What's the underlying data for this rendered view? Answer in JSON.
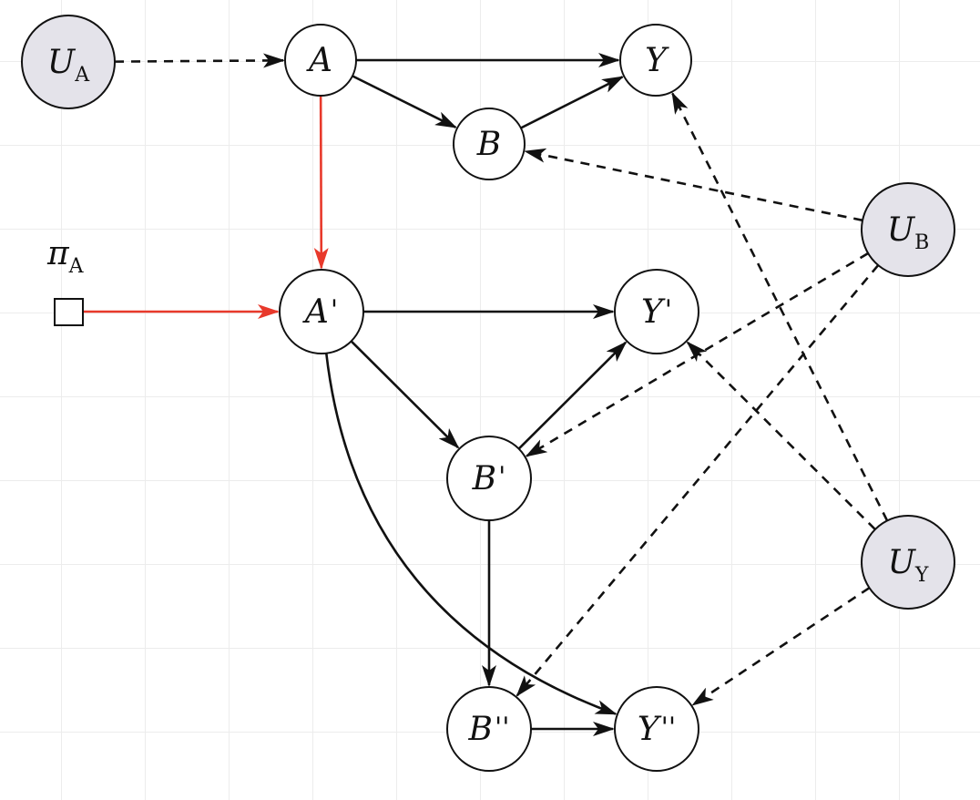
{
  "colors": {
    "exogenous_fill": "#e4e3ea",
    "endogenous_fill": "#ffffff",
    "intervention_edge": "#e8392b",
    "edge": "#111111"
  },
  "policy": {
    "symbol": "π",
    "sub": "A"
  },
  "nodes": [
    {
      "id": "UA",
      "main": "U",
      "sub": "A",
      "prime": "",
      "exogenous": true
    },
    {
      "id": "A",
      "main": "A",
      "sub": "",
      "prime": "",
      "exogenous": false
    },
    {
      "id": "Y",
      "main": "Y",
      "sub": "",
      "prime": "",
      "exogenous": false
    },
    {
      "id": "B",
      "main": "B",
      "sub": "",
      "prime": "",
      "exogenous": false
    },
    {
      "id": "UB",
      "main": "U",
      "sub": "B",
      "prime": "",
      "exogenous": true
    },
    {
      "id": "A1",
      "main": "A",
      "sub": "",
      "prime": "'",
      "exogenous": false
    },
    {
      "id": "Y1",
      "main": "Y",
      "sub": "",
      "prime": "'",
      "exogenous": false
    },
    {
      "id": "B1",
      "main": "B",
      "sub": "",
      "prime": "'",
      "exogenous": false
    },
    {
      "id": "UY",
      "main": "U",
      "sub": "Y",
      "prime": "",
      "exogenous": true
    },
    {
      "id": "B2",
      "main": "B",
      "sub": "",
      "prime": "''",
      "exogenous": false
    },
    {
      "id": "Y2",
      "main": "Y",
      "sub": "",
      "prime": "''",
      "exogenous": false
    }
  ],
  "edges": [
    {
      "from": "UA",
      "to": "A",
      "style": "dashed"
    },
    {
      "from": "A",
      "to": "Y",
      "style": "solid"
    },
    {
      "from": "A",
      "to": "B",
      "style": "solid"
    },
    {
      "from": "B",
      "to": "Y",
      "style": "solid"
    },
    {
      "from": "A",
      "to": "A1",
      "style": "red"
    },
    {
      "from": "PI",
      "to": "A1",
      "style": "red"
    },
    {
      "from": "UB",
      "to": "B",
      "style": "dashed"
    },
    {
      "from": "UY",
      "to": "Y",
      "style": "dashed"
    },
    {
      "from": "A1",
      "to": "Y1",
      "style": "solid"
    },
    {
      "from": "A1",
      "to": "B1",
      "style": "solid"
    },
    {
      "from": "B1",
      "to": "Y1",
      "style": "solid"
    },
    {
      "from": "A1",
      "to": "Y2",
      "style": "solid",
      "curved": true
    },
    {
      "from": "UB",
      "to": "B1",
      "style": "dashed"
    },
    {
      "from": "UY",
      "to": "Y1",
      "style": "dashed"
    },
    {
      "from": "B1",
      "to": "B2",
      "style": "solid"
    },
    {
      "from": "UB",
      "to": "B2",
      "style": "dashed"
    },
    {
      "from": "UY",
      "to": "Y2",
      "style": "dashed"
    },
    {
      "from": "B2",
      "to": "Y2",
      "style": "solid"
    }
  ]
}
